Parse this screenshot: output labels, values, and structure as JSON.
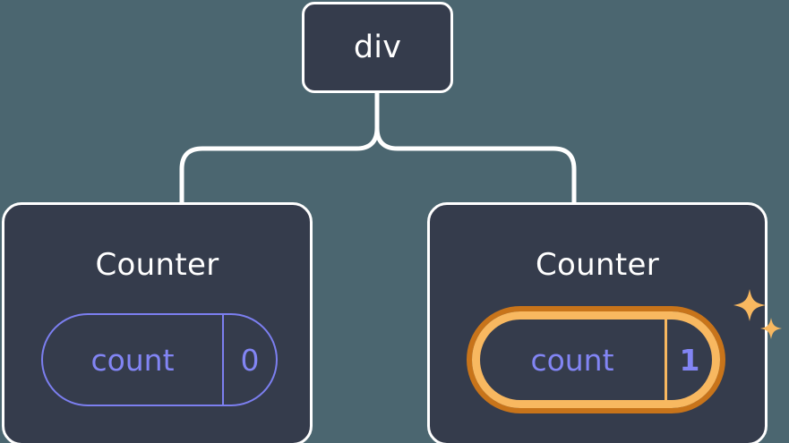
{
  "diagram": {
    "type": "component-tree",
    "background_color": "#4b6670",
    "node_fill_color": "#353c4c",
    "node_border_color": "#ffffff",
    "accent_purple": "#8285f4",
    "highlight_outer_color": "#c8741a",
    "highlight_inner_color": "#f8b860",
    "root": {
      "label": "div"
    },
    "children": [
      {
        "title": "Counter",
        "state": {
          "key": "count",
          "value": "0"
        },
        "highlighted": false,
        "sparkles": false
      },
      {
        "title": "Counter",
        "state": {
          "key": "count",
          "value": "1"
        },
        "highlighted": true,
        "sparkles": true
      }
    ],
    "icons": {
      "sparkle_large": "sparkle-icon",
      "sparkle_small": "sparkle-icon"
    }
  }
}
